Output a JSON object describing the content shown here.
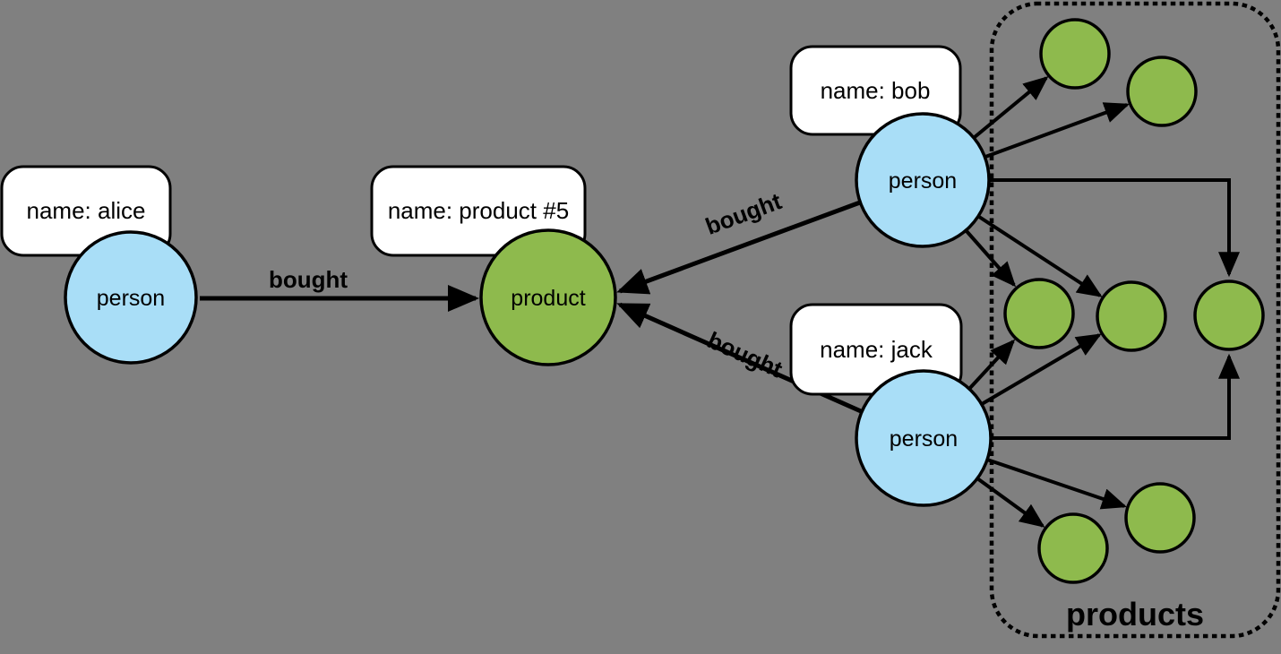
{
  "colors": {
    "background": "#808080",
    "person_fill": "#a9def7",
    "product_fill": "#8eba4d",
    "box_fill": "#ffffff",
    "line": "#000000"
  },
  "nodes": {
    "alice": {
      "label": "person",
      "property": "name: alice"
    },
    "bob": {
      "label": "person",
      "property": "name: bob"
    },
    "jack": {
      "label": "person",
      "property": "name: jack"
    },
    "product5": {
      "label": "product",
      "property": "name: product #5"
    }
  },
  "edges": {
    "alice_to_product": {
      "label": "bought"
    },
    "bob_to_product": {
      "label": "bought"
    },
    "jack_to_product": {
      "label": "bought"
    }
  },
  "group": {
    "label": "products"
  }
}
